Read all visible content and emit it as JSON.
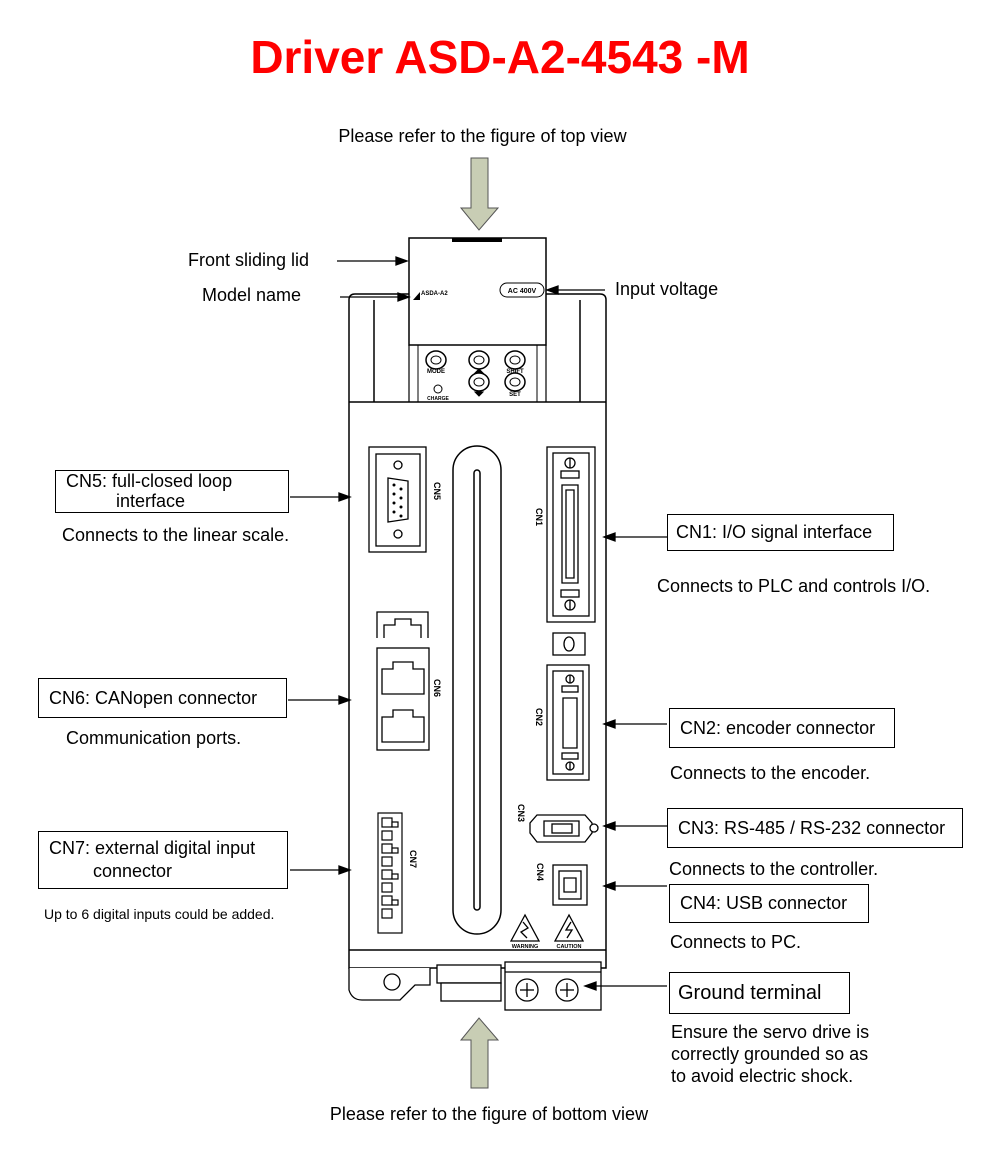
{
  "title": "Driver ASD-A2-4543 -M",
  "top_note": "Please refer to the figure of top view",
  "bottom_note": "Please refer to the figure of bottom view",
  "labels": {
    "front_lid": "Front sliding lid",
    "model_name": "Model name",
    "input_voltage": "Input voltage",
    "cn5_line1": "CN5: full-closed loop",
    "cn5_line2": "interface",
    "cn5_desc": "Connects to the linear scale.",
    "cn6": "CN6: CANopen connector",
    "cn6_desc": "Communication ports.",
    "cn7_line1": "CN7: external digital input",
    "cn7_line2": "connector",
    "cn7_desc": "Up to 6 digital inputs could be added.",
    "cn1": "CN1: I/O signal interface",
    "cn1_desc": "Connects to PLC and controls I/O.",
    "cn2": "CN2: encoder connector",
    "cn2_desc": "Connects to the encoder.",
    "cn3": "CN3: RS-485 / RS-232 connector",
    "cn3_desc": "Connects to the controller.",
    "cn4": "CN4: USB connector",
    "cn4_desc": "Connects to PC.",
    "ground": "Ground terminal",
    "ground_desc1": "Ensure the servo drive is",
    "ground_desc2": "correctly grounded so as",
    "ground_desc3": "to avoid electric shock."
  },
  "device_marks": {
    "voltage_badge": "AC 400V",
    "model_mark": "ASDA-A2",
    "mode_btn": "MODE",
    "shift_btn": "SHIFT",
    "set_btn": "SET",
    "charge": "CHARGE",
    "port_cn5": "CN5",
    "port_cn6": "CN6",
    "port_cn7": "CN7",
    "port_cn1": "CN1",
    "port_cn2": "CN2",
    "port_cn3": "CN3",
    "port_cn4": "CN4",
    "warning": "WARNING",
    "caution": "CAUTION"
  }
}
